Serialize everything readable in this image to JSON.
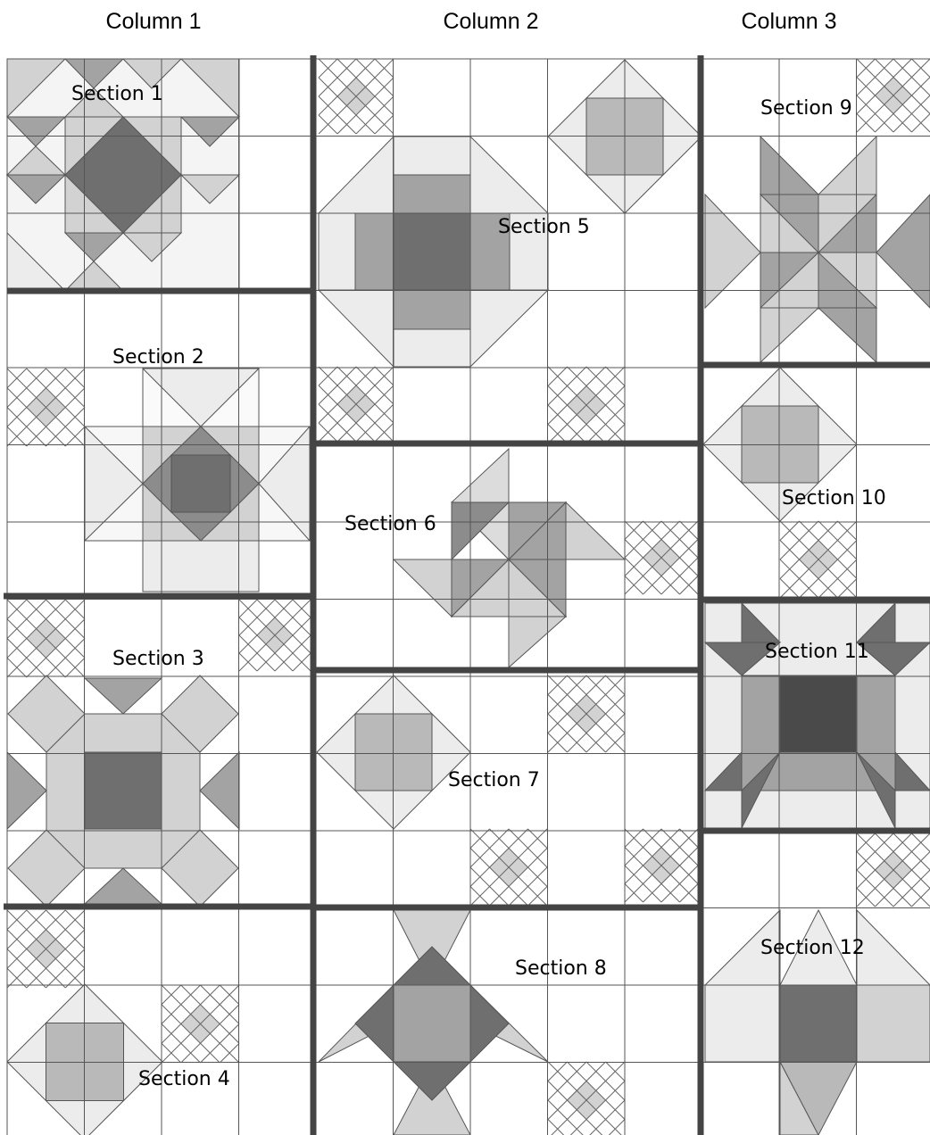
{
  "columns": [
    "Column 1",
    "Column 2",
    "Column 3"
  ],
  "sections": [
    "Section 1",
    "Section 2",
    "Section 3",
    "Section 4",
    "Section 5",
    "Section 6",
    "Section 7",
    "Section 8",
    "Section 9",
    "Section 10",
    "Section 11",
    "Section 12"
  ],
  "colors": {
    "white": "#ffffff",
    "light": "#ececec",
    "medLight": "#d2d2d2",
    "mediumLight": "#b9b9b9",
    "medium": "#a3a3a3",
    "mediumDark": "#8c8c8c",
    "dark": "#6f6f6f",
    "darkest": "#4a4a4a",
    "grid": "#5a5a5a",
    "border": "#444444"
  }
}
